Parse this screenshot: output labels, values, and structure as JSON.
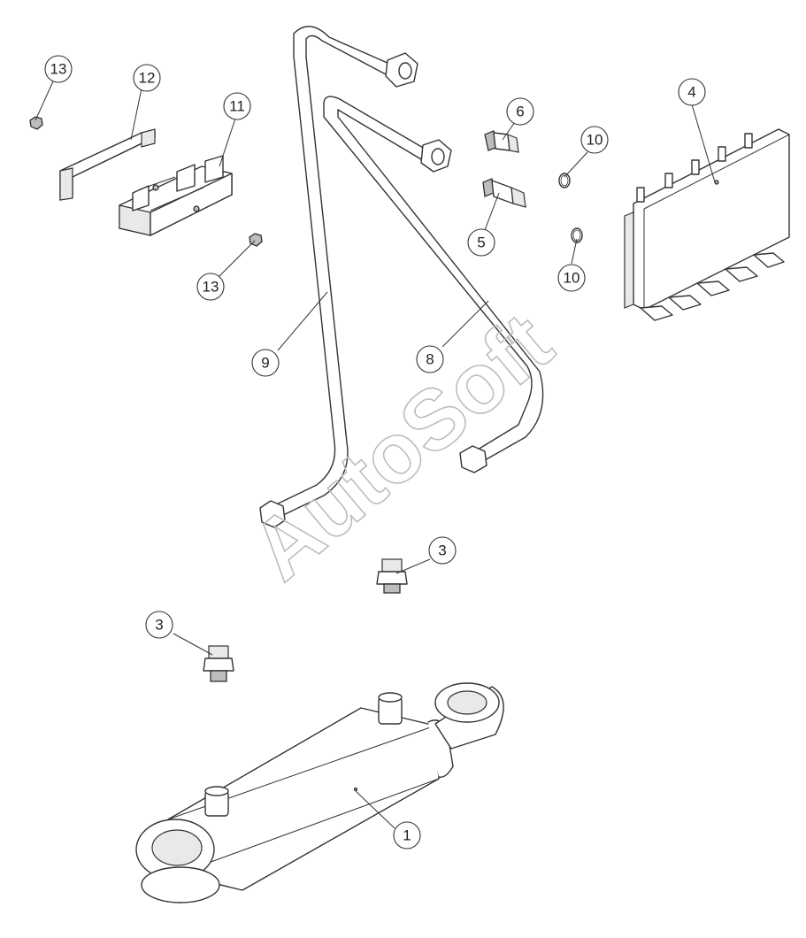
{
  "watermark": "AutoSoft",
  "callouts": [
    {
      "id": "c13a",
      "label": "13"
    },
    {
      "id": "c12",
      "label": "12"
    },
    {
      "id": "c11",
      "label": "11"
    },
    {
      "id": "c13b",
      "label": "13"
    },
    {
      "id": "c6",
      "label": "6"
    },
    {
      "id": "c5",
      "label": "5"
    },
    {
      "id": "c10a",
      "label": "10"
    },
    {
      "id": "c10b",
      "label": "10"
    },
    {
      "id": "c4",
      "label": "4"
    },
    {
      "id": "c9",
      "label": "9"
    },
    {
      "id": "c8",
      "label": "8"
    },
    {
      "id": "c3a",
      "label": "3"
    },
    {
      "id": "c3b",
      "label": "3"
    },
    {
      "id": "c1",
      "label": "1"
    }
  ],
  "parts": [
    {
      "label": "1",
      "name": "hydraulic-cylinder"
    },
    {
      "label": "3",
      "name": "fitting"
    },
    {
      "label": "4",
      "name": "control-valve-block"
    },
    {
      "label": "5",
      "name": "adapter-fitting"
    },
    {
      "label": "6",
      "name": "adapter-fitting"
    },
    {
      "label": "8",
      "name": "hydraulic-pipe"
    },
    {
      "label": "9",
      "name": "hydraulic-pipe"
    },
    {
      "label": "10",
      "name": "o-ring"
    },
    {
      "label": "11",
      "name": "clamp-block"
    },
    {
      "label": "12",
      "name": "clamp-bracket"
    },
    {
      "label": "13",
      "name": "nut"
    }
  ]
}
